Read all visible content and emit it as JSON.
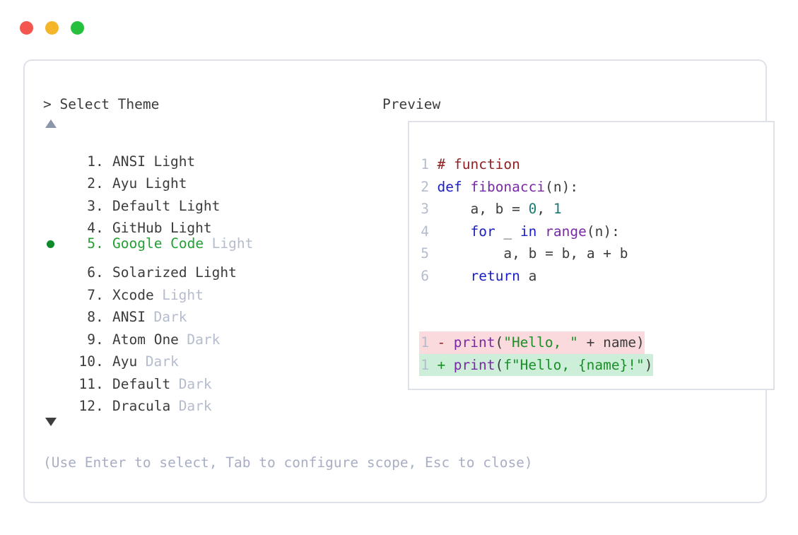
{
  "window": {
    "dots": [
      {
        "name": "close",
        "color": "#f2564f"
      },
      {
        "name": "minimize",
        "color": "#f5b52a"
      },
      {
        "name": "maximize",
        "color": "#26c03e"
      }
    ]
  },
  "left_panel": {
    "prompt_symbol": ">",
    "title": "Select Theme",
    "scroll_up_icon": "triangle-up-icon",
    "scroll_down_icon": "triangle-down-icon",
    "selected_index": 5,
    "themes": [
      {
        "num": "1.",
        "name": "ANSI",
        "variant": "Light",
        "variant_muted": false
      },
      {
        "num": "2.",
        "name": "Ayu",
        "variant": "Light",
        "variant_muted": false
      },
      {
        "num": "3.",
        "name": "Default",
        "variant": "Light",
        "variant_muted": false
      },
      {
        "num": "4.",
        "name": "GitHub",
        "variant": "Light",
        "variant_muted": false
      },
      {
        "num": "5.",
        "name": "Google Code",
        "variant": "Light",
        "variant_muted": true
      },
      {
        "num": "6.",
        "name": "Solarized",
        "variant": "Light",
        "variant_muted": false
      },
      {
        "num": "7.",
        "name": "Xcode",
        "variant": "Light",
        "variant_muted": true
      },
      {
        "num": "8.",
        "name": "ANSI",
        "variant": "Dark",
        "variant_muted": true
      },
      {
        "num": "9.",
        "name": "Atom One",
        "variant": "Dark",
        "variant_muted": true
      },
      {
        "num": "10.",
        "name": "Ayu",
        "variant": "Dark",
        "variant_muted": true
      },
      {
        "num": "11.",
        "name": "Default",
        "variant": "Dark",
        "variant_muted": true
      },
      {
        "num": "12.",
        "name": "Dracula",
        "variant": "Dark",
        "variant_muted": true
      }
    ]
  },
  "right_panel": {
    "title": "Preview",
    "code_lines": [
      {
        "num": "1",
        "tokens": [
          {
            "t": "# function",
            "c": "comment"
          }
        ]
      },
      {
        "num": "2",
        "tokens": [
          {
            "t": "def ",
            "c": "kw"
          },
          {
            "t": "fibonacci",
            "c": "fn"
          },
          {
            "t": "(n):",
            "c": "punc"
          }
        ]
      },
      {
        "num": "3",
        "tokens": [
          {
            "t": "    a, b = ",
            "c": "plain"
          },
          {
            "t": "0",
            "c": "num"
          },
          {
            "t": ", ",
            "c": "plain"
          },
          {
            "t": "1",
            "c": "num"
          }
        ]
      },
      {
        "num": "4",
        "tokens": [
          {
            "t": "    ",
            "c": "plain"
          },
          {
            "t": "for",
            "c": "kw"
          },
          {
            "t": " _ ",
            "c": "plain"
          },
          {
            "t": "in",
            "c": "kw"
          },
          {
            "t": " ",
            "c": "plain"
          },
          {
            "t": "range",
            "c": "fn"
          },
          {
            "t": "(n):",
            "c": "punc"
          }
        ]
      },
      {
        "num": "5",
        "tokens": [
          {
            "t": "        a, b = b, a + b",
            "c": "plain"
          }
        ]
      },
      {
        "num": "6",
        "tokens": [
          {
            "t": "    ",
            "c": "plain"
          },
          {
            "t": "return",
            "c": "kw"
          },
          {
            "t": " a",
            "c": "plain"
          }
        ]
      }
    ],
    "diff_lines": [
      {
        "num": "1",
        "marker": "-",
        "marker_kind": "del",
        "kind": "del",
        "tokens": [
          {
            "t": "print",
            "c": "fn"
          },
          {
            "t": "(",
            "c": "punc"
          },
          {
            "t": "\"Hello, \"",
            "c": "str"
          },
          {
            "t": " + name)",
            "c": "plain"
          }
        ]
      },
      {
        "num": "1",
        "marker": "+",
        "marker_kind": "add",
        "kind": "add",
        "tokens": [
          {
            "t": "print",
            "c": "fn"
          },
          {
            "t": "(",
            "c": "punc"
          },
          {
            "t": "f\"Hello, {name}!\"",
            "c": "str"
          },
          {
            "t": ")",
            "c": "punc"
          }
        ]
      }
    ]
  },
  "footer": {
    "hint": "(Use Enter to select, Tab to configure scope, Esc to close)"
  },
  "colors": {
    "accent_green": "#23a033",
    "bullet_green": "#0f8a2a",
    "text": "#3c3c3c",
    "muted": "#b4bccd",
    "hint": "#a8afc4",
    "border": "#dfe1e8",
    "diff_del_bg": "#fadadd",
    "diff_add_bg": "#cdeed8"
  }
}
